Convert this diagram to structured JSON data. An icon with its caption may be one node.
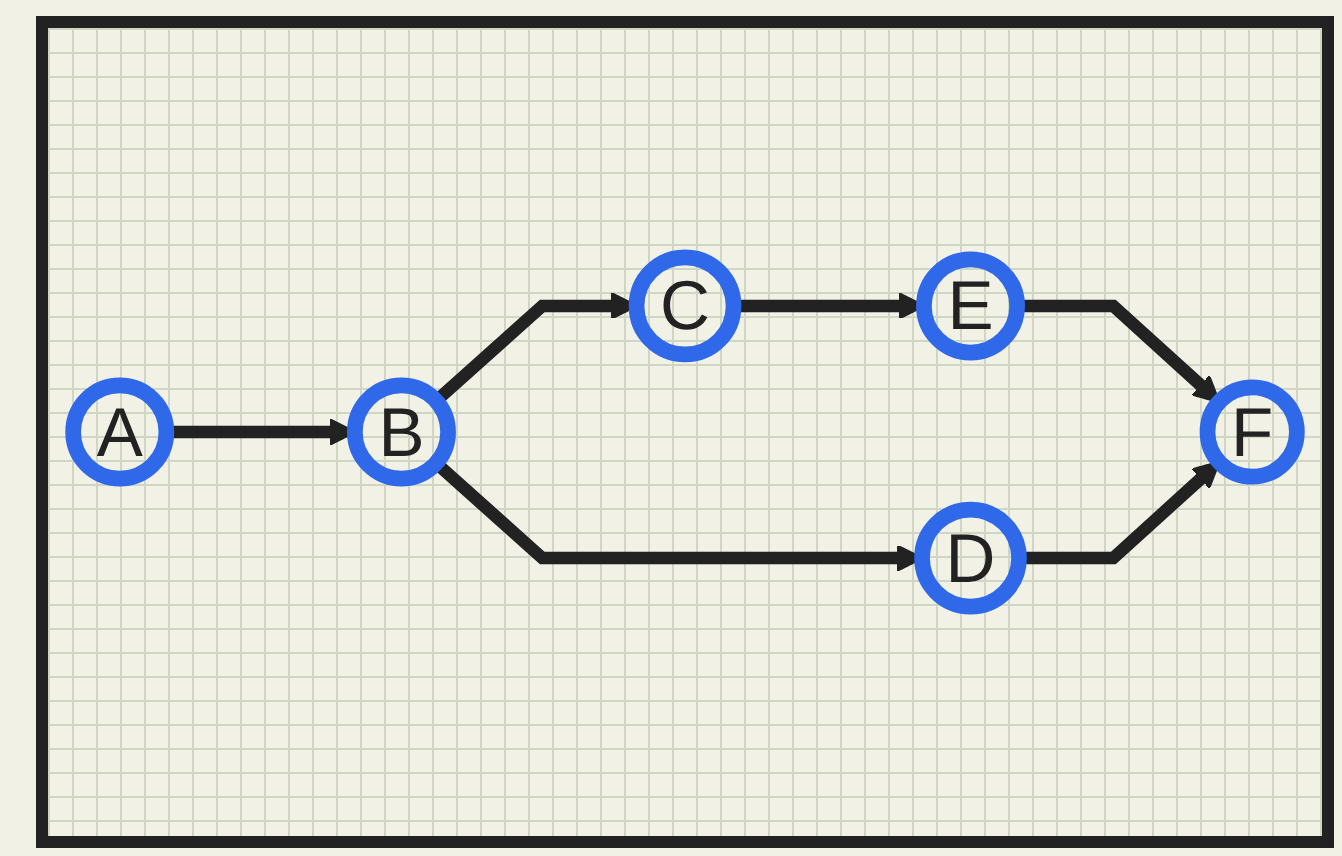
{
  "diagram": {
    "nodes": [
      {
        "text": [
          "A"
        ]
      },
      {
        "text": [
          "B"
        ]
      },
      {
        "text": [
          "C"
        ]
      },
      {
        "text": [
          "E"
        ]
      },
      {
        "text": [
          "D"
        ]
      },
      {
        "text": [
          "F"
        ]
      }
    ],
    "edges": [
      {
        "from": 0,
        "to": 1,
        "arrow": "to"
      },
      {
        "from": 1,
        "to": 2,
        "arrow": "to"
      },
      {
        "from": 1,
        "to": 4,
        "arrow": "to"
      },
      {
        "from": 2,
        "to": 3,
        "arrow": "to"
      },
      {
        "from": 3,
        "to": 5,
        "arrow": "to"
      },
      {
        "from": 4,
        "to": 5,
        "arrow": "to"
      }
    ]
  }
}
